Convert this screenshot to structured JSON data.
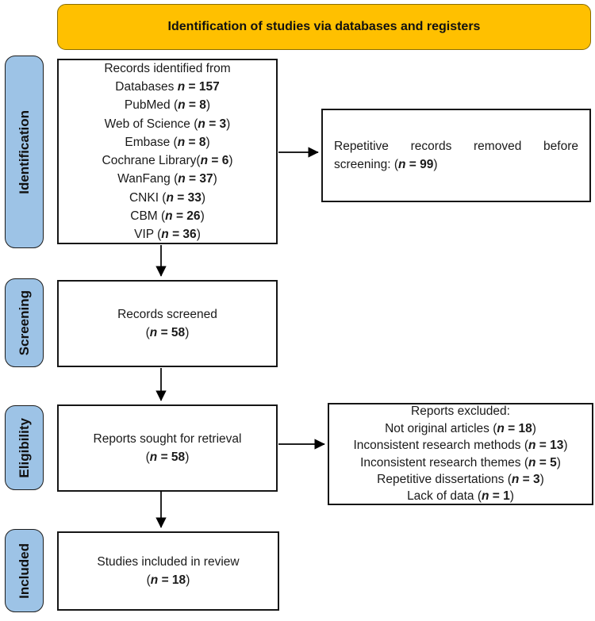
{
  "banner": {
    "title": "Identification of studies via databases and registers"
  },
  "stages": [
    {
      "label": "Identification"
    },
    {
      "label": "Screening"
    },
    {
      "label": "Eligibility"
    },
    {
      "label": "Included"
    }
  ],
  "boxes": {
    "identified": {
      "lines": [
        "Records identified from",
        "Databases n = 157",
        "PubMed (n = 8)",
        "Web of Science (n = 3)",
        "Embase (n = 8)",
        "Cochrane Library(n = 6)",
        "WanFang (n = 37)",
        "CNKI (n = 33)",
        "CBM (n = 26)",
        "VIP (n = 36)"
      ]
    },
    "removed": {
      "lines": [
        "Repetitive records removed before",
        "screening: (n = 99)"
      ]
    },
    "screened": {
      "lines": [
        "Records screened",
        "(n = 58)"
      ]
    },
    "sought": {
      "lines": [
        "Reports sought for retrieval",
        "(n = 58)"
      ]
    },
    "excluded": {
      "lines": [
        "Reports excluded:",
        "Not original articles (n = 18)",
        "Inconsistent research methods (n = 13)",
        "Inconsistent research themes (n = 5)",
        "Repetitive dissertations (n = 3)",
        "Lack of data (n = 1)"
      ]
    },
    "included": {
      "lines": [
        "Studies included in review",
        "(n = 18)"
      ]
    }
  },
  "colors": {
    "banner": "#FFC000",
    "stage": "#9DC3E6"
  }
}
